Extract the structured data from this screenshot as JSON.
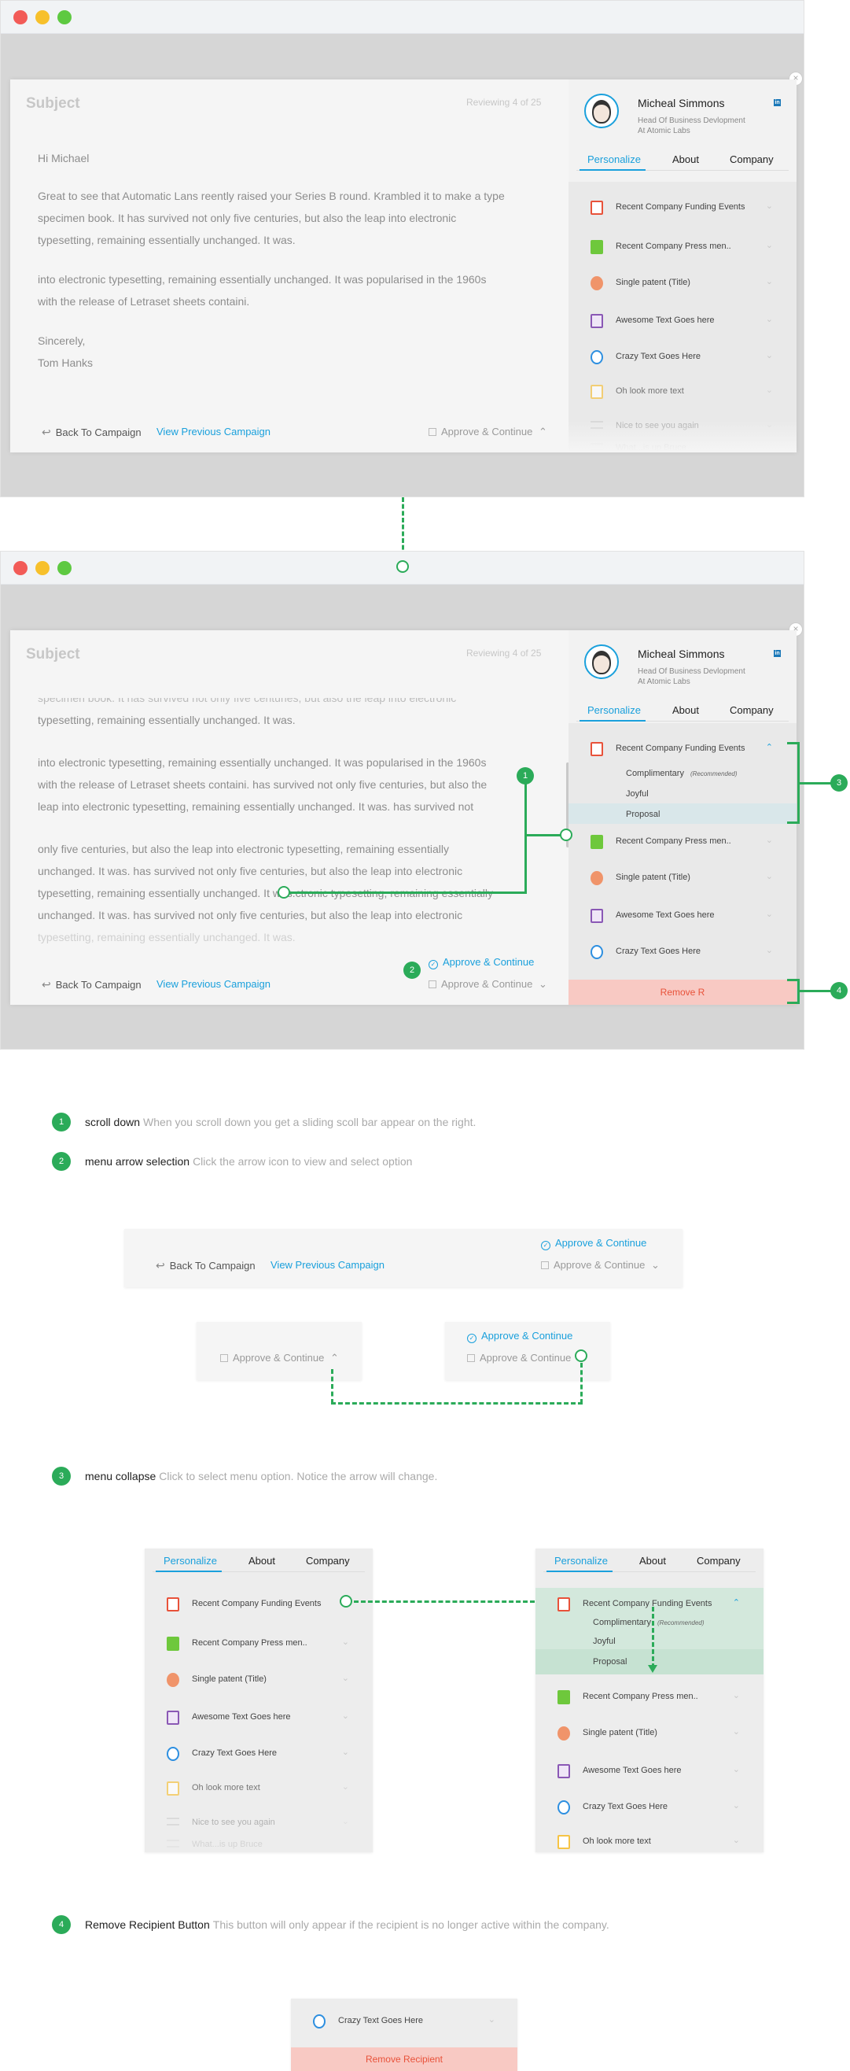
{
  "window_top": {
    "subject": "Subject",
    "reviewing": "Reviewing 4 of 25",
    "greeting": "Hi Michael",
    "para1_line1": "Great to see  that Automatic Lans reently raised your Series B round. Krambled it to make a type",
    "para1_line2": "specimen book. It has survived not only five centuries, but also the leap into electronic",
    "para1_line3": "typesetting, remaining essentially unchanged. It was.",
    "para2_line1": "into electronic typesetting, remaining essentially unchanged. It was popularised in the 1960s",
    "para2_line2": "with the release of Letraset sheets containi.",
    "sign1": "Sincerely,",
    "sign2": "Tom Hanks"
  },
  "window_bottom": {
    "subject": "Subject",
    "reviewing": "Reviewing 4 of 25",
    "line0": "specimen book. It has survived not only five centuries, but also the leap into electronic",
    "line1": "typesetting, remaining essentially unchanged. It was.",
    "line2": "into electronic typesetting, remaining essentially unchanged. It was popularised in the 1960s",
    "line3": "with the release of Letraset sheets containi. has survived not only five centuries, but also the",
    "line4": "leap into electronic typesetting, remaining essentially unchanged. It was. has survived not",
    "line5": " only five centuries, but also the leap into electronic typesetting, remaining essentially",
    "line6": "unchanged. It was. has survived not only five centuries, but also the leap into electronic",
    "line7": "typesetting, remaining essentially unchanged. It was.ctronic typesetting, remaining essentially",
    "line8": "unchanged. It was. has survived not only five centuries, but also the leap into electronic",
    "line9": "typesetting, remaining essentially unchanged. It was."
  },
  "footer": {
    "back": "Back To Campaign",
    "view_previous": "View Previous Campaign",
    "approve": "Approve & Continue",
    "approve_blue": "Approve & Continue"
  },
  "profile": {
    "name": "Micheal Simmons",
    "title_line1": "Head Of Business Devlopment",
    "title_line2": "At Atomic Labs",
    "linkedin": "in"
  },
  "tabs": {
    "personalize": "Personalize",
    "about": "About",
    "company": "Company"
  },
  "menu": {
    "funding": "Recent Company Funding Events",
    "press": "Recent Company Press men..",
    "patent": "Single patent (Title)",
    "awesome": "Awesome Text Goes here",
    "crazy": "Crazy Text Goes Here",
    "crazy_alt": "Crazy Text Goes Here",
    "look": "Oh look more text",
    "nice": "Nice to see you again",
    "what": "What...is up Bruce"
  },
  "submenu": {
    "complimentary": "Complimentary",
    "recommended": "(Recommended)",
    "joyful": "Joyful",
    "proposal": "Proposal"
  },
  "remove_short": "Remove R",
  "remove_full": "Remove Recipient",
  "notes": {
    "n1_num": "1",
    "n1_title": "scroll down",
    "n1_desc": "When you scroll down you get a sliding scoll bar appear on the right.",
    "n2_num": "2",
    "n2_title": "menu arrow selection",
    "n2_desc": "Click the arrow icon to view and select option",
    "n3_num": "3",
    "n3_title": "menu collapse",
    "n3_desc": "Click to select menu option. Notice the arrow will change.",
    "n4_num": "4",
    "n4_title": "Remove Recipient Button",
    "n4_desc": "This button will only appear if the recipient is no longer active within the company."
  },
  "icons": {
    "funding": "clipboard-icon",
    "press": "document-icon",
    "patent": "globe-icon",
    "awesome": "folder-icon",
    "crazy": "clock-icon",
    "look": "copy-icon",
    "nice": "lines-icon"
  },
  "colors": {
    "accent": "#1aa0dc",
    "annotation": "#2bab59",
    "danger": "#e8523a",
    "danger_bg": "#f8c9c3"
  }
}
